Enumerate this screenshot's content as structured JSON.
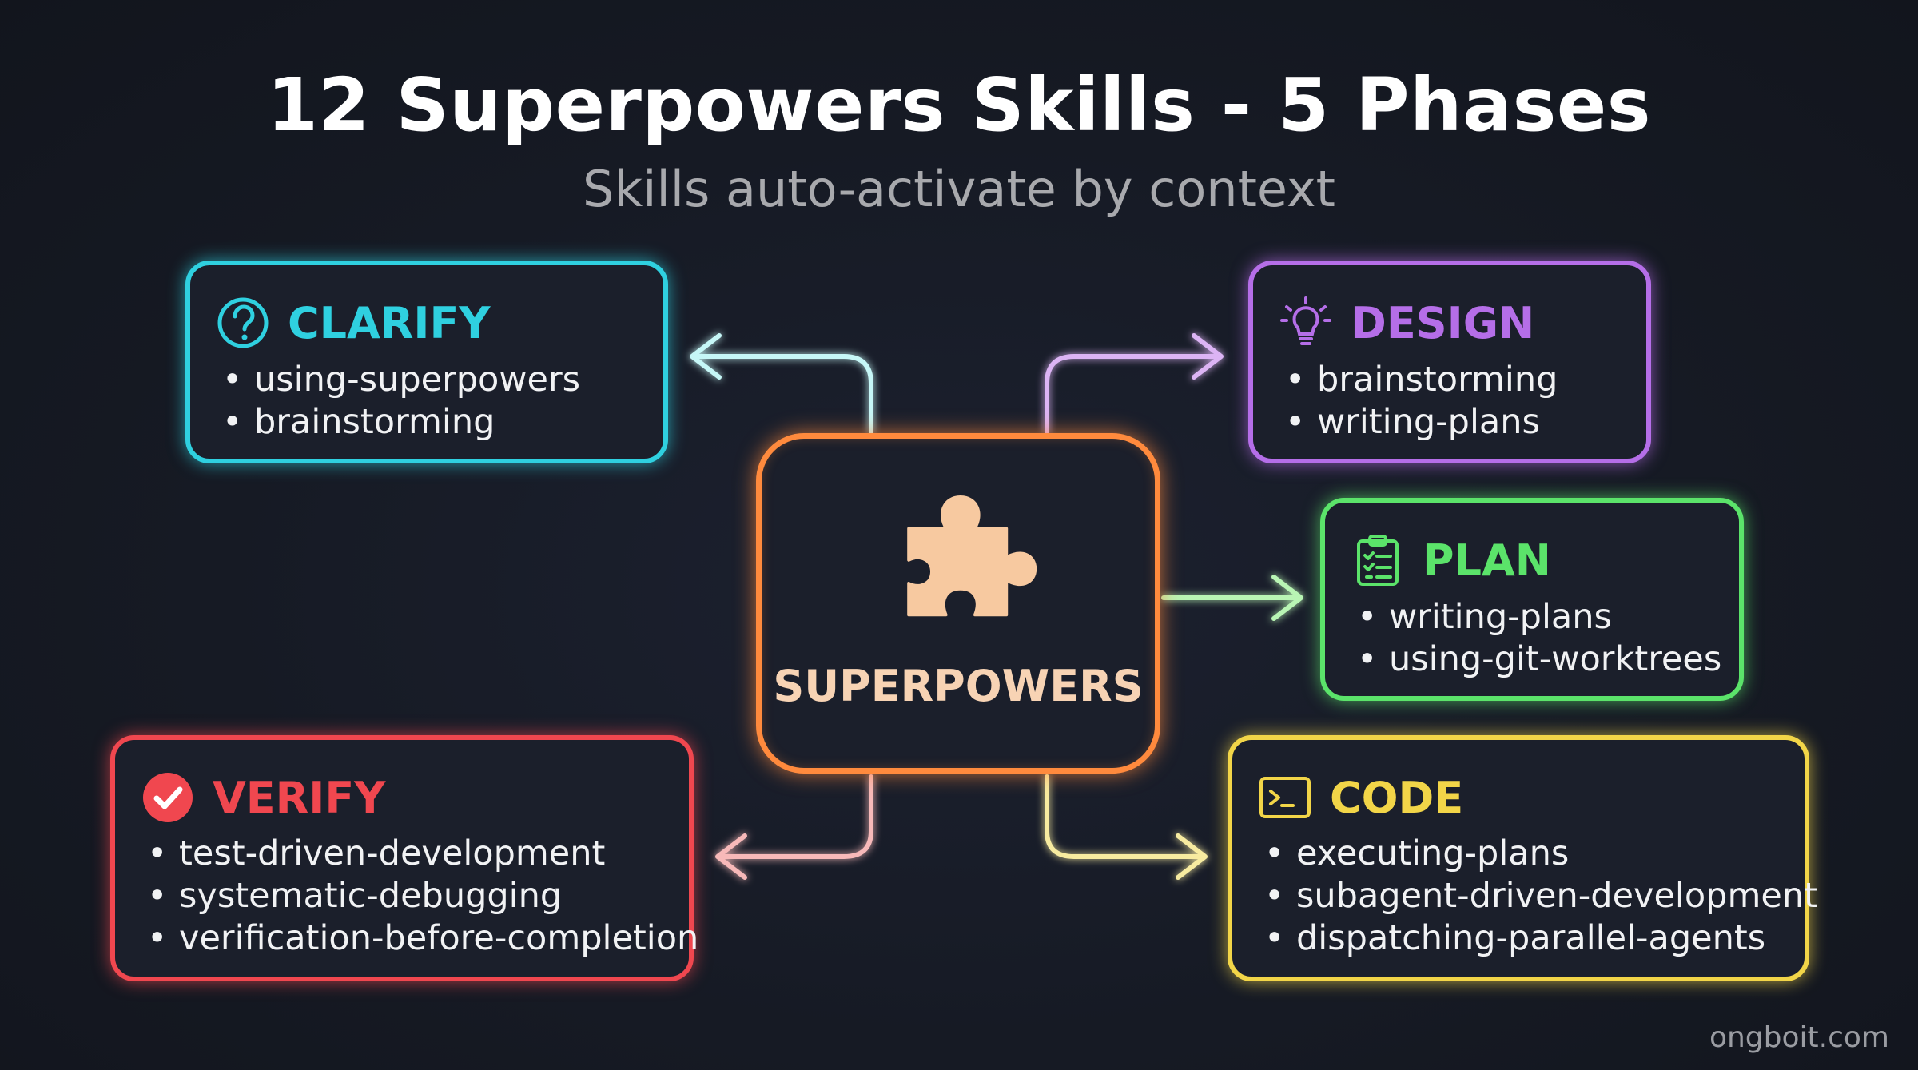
{
  "title": "12 Superpowers Skills - 5 Phases",
  "subtitle": "Skills auto-activate by context",
  "center": {
    "label": "SUPERPOWERS",
    "icon": "puzzle-piece-icon",
    "color": "#ff8a3d"
  },
  "phases": {
    "clarify": {
      "name": "CLARIFY",
      "icon": "question-circle-icon",
      "color": "#2fd0e0",
      "skills": [
        "using-superpowers",
        "brainstorming"
      ]
    },
    "design": {
      "name": "DESIGN",
      "icon": "lightbulb-icon",
      "color": "#b56ee8",
      "skills": [
        "brainstorming",
        "writing-plans"
      ]
    },
    "plan": {
      "name": "PLAN",
      "icon": "clipboard-checklist-icon",
      "color": "#5be36a",
      "skills": [
        "writing-plans",
        "using-git-worktrees"
      ]
    },
    "verify": {
      "name": "VERIFY",
      "icon": "check-circle-icon",
      "color": "#f0474f",
      "skills": [
        "test-driven-development",
        "systematic-debugging",
        "verification-before-completion"
      ]
    },
    "code": {
      "name": "CODE",
      "icon": "terminal-icon",
      "color": "#f2d548",
      "skills": [
        "executing-plans",
        "subagent-driven-development",
        "dispatching-parallel-agents"
      ]
    }
  },
  "watermark": "ongboit.com"
}
